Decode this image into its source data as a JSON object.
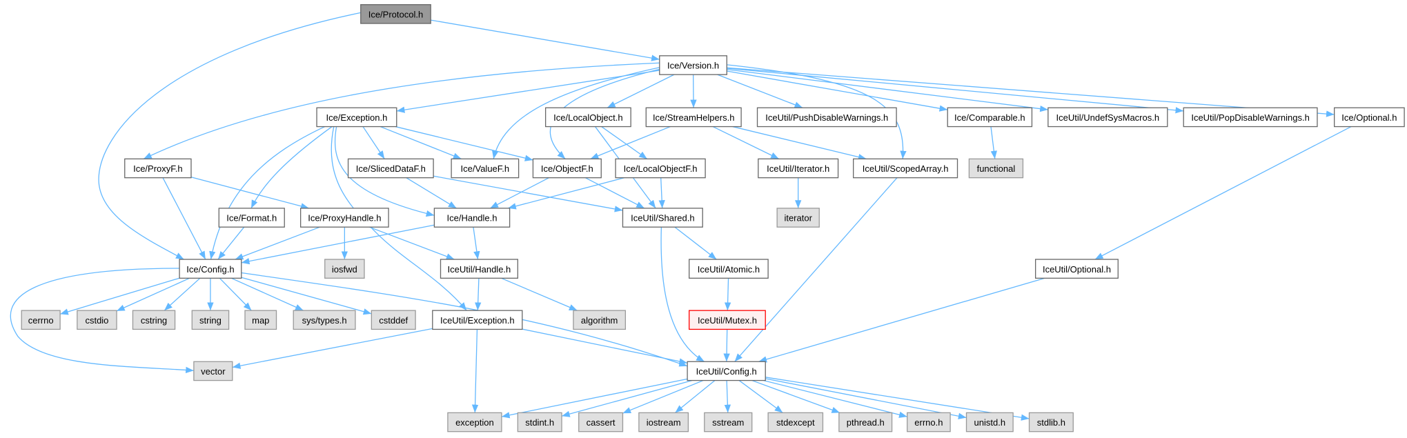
{
  "title": "Ice/Protocol.h include dependency graph",
  "colors": {
    "edge": "#63b8ff",
    "root_fill": "#999999",
    "node_fill": "#ffffff",
    "external_fill": "#e0e0e0",
    "highlight_stroke": "#ff0000",
    "highlight_fill": "#fff0f0"
  },
  "nodes": {
    "protocol": {
      "label": "Ice/Protocol.h",
      "kind": "root"
    },
    "version": {
      "label": "Ice/Version.h",
      "kind": "file"
    },
    "exception": {
      "label": "Ice/Exception.h",
      "kind": "file"
    },
    "localobject": {
      "label": "Ice/LocalObject.h",
      "kind": "file"
    },
    "streamhelpers": {
      "label": "Ice/StreamHelpers.h",
      "kind": "file"
    },
    "pushdisable": {
      "label": "IceUtil/PushDisableWarnings.h",
      "kind": "file"
    },
    "comparable": {
      "label": "Ice/Comparable.h",
      "kind": "file"
    },
    "undefsys": {
      "label": "IceUtil/UndefSysMacros.h",
      "kind": "file"
    },
    "popdisable": {
      "label": "IceUtil/PopDisableWarnings.h",
      "kind": "file"
    },
    "optional": {
      "label": "Ice/Optional.h",
      "kind": "file"
    },
    "proxyf": {
      "label": "Ice/ProxyF.h",
      "kind": "file"
    },
    "sliceddataf": {
      "label": "Ice/SlicedDataF.h",
      "kind": "file"
    },
    "valuef": {
      "label": "Ice/ValueF.h",
      "kind": "file"
    },
    "objectf": {
      "label": "Ice/ObjectF.h",
      "kind": "file"
    },
    "localobjectf": {
      "label": "Ice/LocalObjectF.h",
      "kind": "file"
    },
    "iterator_h": {
      "label": "IceUtil/Iterator.h",
      "kind": "file"
    },
    "scopedarray": {
      "label": "IceUtil/ScopedArray.h",
      "kind": "file"
    },
    "functional": {
      "label": "functional",
      "kind": "external"
    },
    "format": {
      "label": "Ice/Format.h",
      "kind": "file"
    },
    "proxyhandle": {
      "label": "Ice/ProxyHandle.h",
      "kind": "file"
    },
    "handle": {
      "label": "Ice/Handle.h",
      "kind": "file"
    },
    "shared": {
      "label": "IceUtil/Shared.h",
      "kind": "file"
    },
    "iterator": {
      "label": "iterator",
      "kind": "external"
    },
    "config": {
      "label": "Ice/Config.h",
      "kind": "file"
    },
    "iosfwd": {
      "label": "iosfwd",
      "kind": "external"
    },
    "utilhandle": {
      "label": "IceUtil/Handle.h",
      "kind": "file"
    },
    "atomic": {
      "label": "IceUtil/Atomic.h",
      "kind": "file"
    },
    "utiloptional": {
      "label": "IceUtil/Optional.h",
      "kind": "file"
    },
    "cerrno": {
      "label": "cerrno",
      "kind": "external"
    },
    "cstdio": {
      "label": "cstdio",
      "kind": "external"
    },
    "cstring": {
      "label": "cstring",
      "kind": "external"
    },
    "string": {
      "label": "string",
      "kind": "external"
    },
    "map": {
      "label": "map",
      "kind": "external"
    },
    "systypes": {
      "label": "sys/types.h",
      "kind": "external"
    },
    "cstddef": {
      "label": "cstddef",
      "kind": "external"
    },
    "utilexception": {
      "label": "IceUtil/Exception.h",
      "kind": "file"
    },
    "algorithm": {
      "label": "algorithm",
      "kind": "external"
    },
    "mutex": {
      "label": "IceUtil/Mutex.h",
      "kind": "highlight"
    },
    "vector": {
      "label": "vector",
      "kind": "external"
    },
    "utilconfig": {
      "label": "IceUtil/Config.h",
      "kind": "file"
    },
    "exception_std": {
      "label": "exception",
      "kind": "external"
    },
    "stdint": {
      "label": "stdint.h",
      "kind": "external"
    },
    "cassert": {
      "label": "cassert",
      "kind": "external"
    },
    "iostream": {
      "label": "iostream",
      "kind": "external"
    },
    "sstream": {
      "label": "sstream",
      "kind": "external"
    },
    "stdexcept": {
      "label": "stdexcept",
      "kind": "external"
    },
    "pthread": {
      "label": "pthread.h",
      "kind": "external"
    },
    "errno": {
      "label": "errno.h",
      "kind": "external"
    },
    "unistd": {
      "label": "unistd.h",
      "kind": "external"
    },
    "stdlib": {
      "label": "stdlib.h",
      "kind": "external"
    }
  },
  "edges": [
    [
      "protocol",
      "version"
    ],
    [
      "protocol",
      "config"
    ],
    [
      "version",
      "proxyf"
    ],
    [
      "version",
      "exception"
    ],
    [
      "version",
      "valuef"
    ],
    [
      "version",
      "objectf"
    ],
    [
      "version",
      "localobject"
    ],
    [
      "version",
      "streamhelpers"
    ],
    [
      "version",
      "pushdisable"
    ],
    [
      "version",
      "scopedarray"
    ],
    [
      "version",
      "comparable"
    ],
    [
      "version",
      "undefsys"
    ],
    [
      "version",
      "popdisable"
    ],
    [
      "version",
      "optional"
    ],
    [
      "exception",
      "config"
    ],
    [
      "exception",
      "format"
    ],
    [
      "exception",
      "sliceddataf"
    ],
    [
      "exception",
      "valuef"
    ],
    [
      "exception",
      "objectf"
    ],
    [
      "exception",
      "handle"
    ],
    [
      "exception",
      "utilexception"
    ],
    [
      "localobject",
      "localobjectf"
    ],
    [
      "localobject",
      "shared"
    ],
    [
      "streamhelpers",
      "objectf"
    ],
    [
      "streamhelpers",
      "iterator_h"
    ],
    [
      "streamhelpers",
      "scopedarray"
    ],
    [
      "comparable",
      "functional"
    ],
    [
      "optional",
      "utiloptional"
    ],
    [
      "proxyf",
      "config"
    ],
    [
      "proxyf",
      "proxyhandle"
    ],
    [
      "sliceddataf",
      "handle"
    ],
    [
      "sliceddataf",
      "shared"
    ],
    [
      "objectf",
      "handle"
    ],
    [
      "objectf",
      "shared"
    ],
    [
      "localobjectf",
      "handle"
    ],
    [
      "localobjectf",
      "shared"
    ],
    [
      "iterator_h",
      "iterator"
    ],
    [
      "scopedarray",
      "utilconfig"
    ],
    [
      "format",
      "config"
    ],
    [
      "proxyhandle",
      "config"
    ],
    [
      "proxyhandle",
      "iosfwd"
    ],
    [
      "proxyhandle",
      "utilhandle"
    ],
    [
      "handle",
      "config"
    ],
    [
      "handle",
      "utilhandle"
    ],
    [
      "shared",
      "atomic"
    ],
    [
      "shared",
      "utilconfig"
    ],
    [
      "config",
      "cerrno"
    ],
    [
      "config",
      "cstdio"
    ],
    [
      "config",
      "cstring"
    ],
    [
      "config",
      "string"
    ],
    [
      "config",
      "map"
    ],
    [
      "config",
      "systypes"
    ],
    [
      "config",
      "cstddef"
    ],
    [
      "config",
      "vector"
    ],
    [
      "config",
      "utilconfig"
    ],
    [
      "utilhandle",
      "utilexception"
    ],
    [
      "utilhandle",
      "algorithm"
    ],
    [
      "atomic",
      "mutex"
    ],
    [
      "mutex",
      "utilconfig"
    ],
    [
      "utiloptional",
      "utilconfig"
    ],
    [
      "utilexception",
      "vector"
    ],
    [
      "utilexception",
      "exception_std"
    ],
    [
      "utilexception",
      "utilconfig"
    ],
    [
      "utilconfig",
      "exception_std"
    ],
    [
      "utilconfig",
      "stdint"
    ],
    [
      "utilconfig",
      "cassert"
    ],
    [
      "utilconfig",
      "iostream"
    ],
    [
      "utilconfig",
      "sstream"
    ],
    [
      "utilconfig",
      "stdexcept"
    ],
    [
      "utilconfig",
      "pthread"
    ],
    [
      "utilconfig",
      "errno"
    ],
    [
      "utilconfig",
      "unistd"
    ],
    [
      "utilconfig",
      "stdlib"
    ]
  ]
}
